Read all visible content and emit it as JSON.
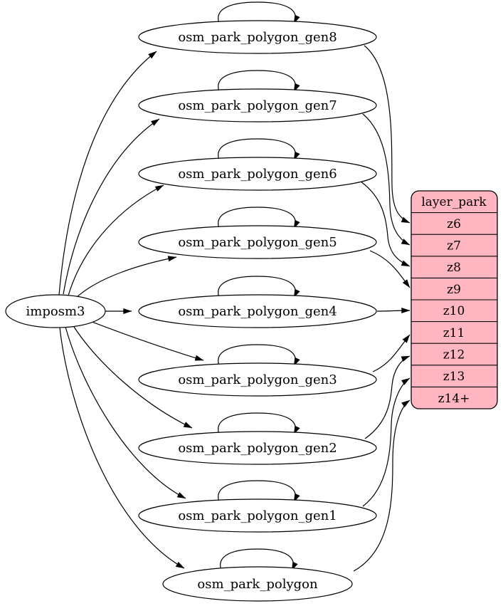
{
  "diagram": {
    "source": "imposm3",
    "tables": [
      "osm_park_polygon_gen8",
      "osm_park_polygon_gen7",
      "osm_park_polygon_gen6",
      "osm_park_polygon_gen5",
      "osm_park_polygon_gen4",
      "osm_park_polygon_gen3",
      "osm_park_polygon_gen2",
      "osm_park_polygon_gen1",
      "osm_park_polygon"
    ],
    "layer": {
      "title": "layer_park",
      "zoom_rows": [
        "z6",
        "z7",
        "z8",
        "z9",
        "z10",
        "z11",
        "z12",
        "z13",
        "z14+"
      ]
    },
    "edges": {
      "from_source": [
        {
          "from": "imposm3",
          "to": "osm_park_polygon_gen8"
        },
        {
          "from": "imposm3",
          "to": "osm_park_polygon_gen7"
        },
        {
          "from": "imposm3",
          "to": "osm_park_polygon_gen6"
        },
        {
          "from": "imposm3",
          "to": "osm_park_polygon_gen5"
        },
        {
          "from": "imposm3",
          "to": "osm_park_polygon_gen4"
        },
        {
          "from": "imposm3",
          "to": "osm_park_polygon_gen3"
        },
        {
          "from": "imposm3",
          "to": "osm_park_polygon_gen2"
        },
        {
          "from": "imposm3",
          "to": "osm_park_polygon_gen1"
        },
        {
          "from": "imposm3",
          "to": "osm_park_polygon"
        }
      ],
      "self_loops": [
        "osm_park_polygon_gen8",
        "osm_park_polygon_gen7",
        "osm_park_polygon_gen6",
        "osm_park_polygon_gen5",
        "osm_park_polygon_gen4",
        "osm_park_polygon_gen3",
        "osm_park_polygon_gen2",
        "osm_park_polygon_gen1",
        "osm_park_polygon"
      ],
      "to_zoom_rows": [
        {
          "from": "osm_park_polygon_gen8",
          "to": "z6"
        },
        {
          "from": "osm_park_polygon_gen7",
          "to": "z7"
        },
        {
          "from": "osm_park_polygon_gen6",
          "to": "z8"
        },
        {
          "from": "osm_park_polygon_gen5",
          "to": "z9"
        },
        {
          "from": "osm_park_polygon_gen4",
          "to": "z10"
        },
        {
          "from": "osm_park_polygon_gen3",
          "to": "z11"
        },
        {
          "from": "osm_park_polygon_gen2",
          "to": "z12"
        },
        {
          "from": "osm_park_polygon_gen1",
          "to": "z13"
        },
        {
          "from": "osm_park_polygon",
          "to": "z14+"
        }
      ]
    },
    "colors": {
      "layer_table_fill": "#ffb6c1",
      "node_fill": "#ffffff",
      "stroke": "#000000",
      "background": "#ffffff"
    }
  }
}
